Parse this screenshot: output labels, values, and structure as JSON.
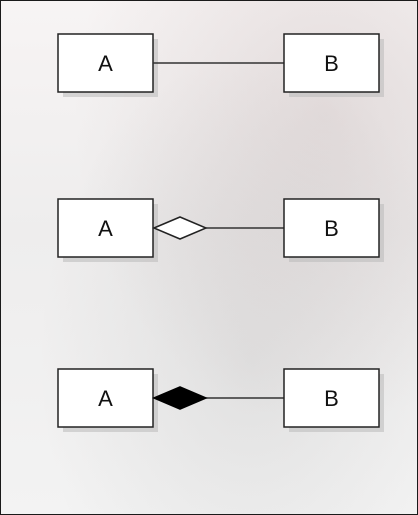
{
  "diagrams": [
    {
      "relationship": "association",
      "left_class": "A",
      "right_class": "B"
    },
    {
      "relationship": "aggregation",
      "left_class": "A",
      "right_class": "B"
    },
    {
      "relationship": "composition",
      "left_class": "A",
      "right_class": "B"
    }
  ],
  "colors": {
    "box_stroke": "#222222",
    "composition_fill": "#000000",
    "aggregation_fill": "#ffffff"
  }
}
